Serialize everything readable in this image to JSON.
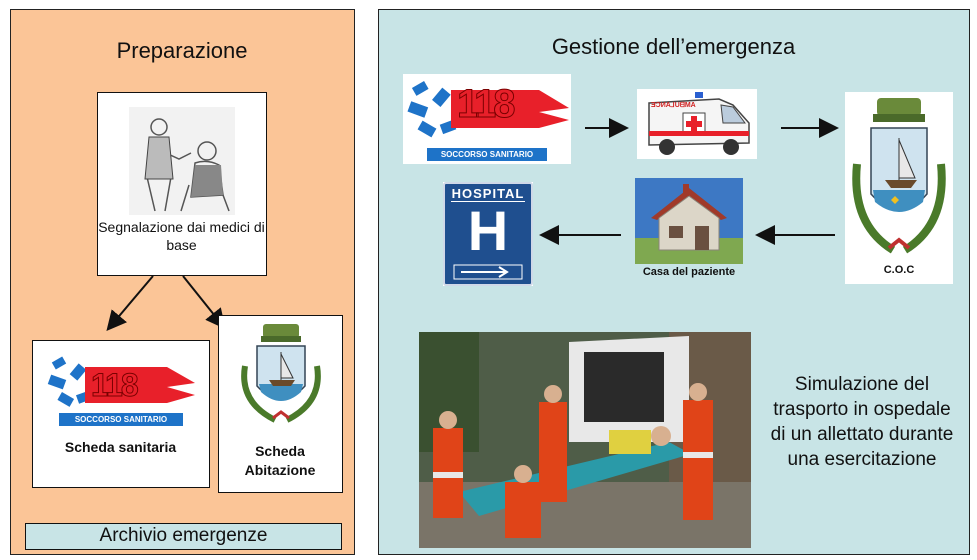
{
  "left": {
    "title": "Preparazione",
    "doctor_caption": "Segnalazione dai medici di base",
    "box1_label": "Scheda sanitaria",
    "box2_label": "Scheda Abitazione",
    "archive": "Archivio emergenze"
  },
  "right": {
    "title": "Gestione dell’emergenza",
    "house_label": "Casa del paziente",
    "coc_label": "C.O.C",
    "simulation_text": "Simulazione del trasporto in ospedale di un allettato durante una esercitazione"
  },
  "logo118": {
    "number": "118",
    "banner": "SOCCORSO SANITARIO"
  },
  "hospital_sign": {
    "word": "HOSPITAL",
    "letter": "H"
  },
  "ambulance_text": "ƎƆИA⅃UᗺMA",
  "colors": {
    "left_bg": "#fbc597",
    "right_bg": "#c8e4e6",
    "logo_red": "#e8202a",
    "logo_blue": "#1e73c8",
    "hospital_blue": "#1f4f8f"
  }
}
